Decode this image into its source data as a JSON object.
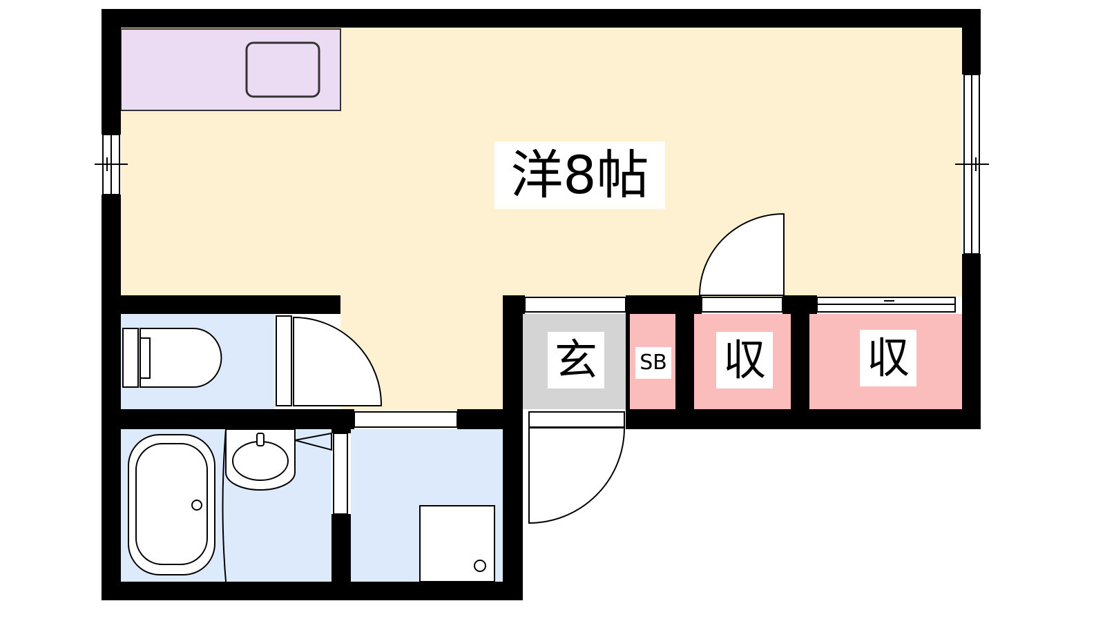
{
  "rooms": {
    "western_room": {
      "label": "洋8帖",
      "color": "#fdf1d2"
    },
    "entrance": {
      "label": "玄",
      "color": "#d4d4d4"
    },
    "shoe_box": {
      "label": "SB",
      "color": "#fbbcbc"
    },
    "storage_1": {
      "label": "収",
      "color": "#fbbcbc"
    },
    "storage_2": {
      "label": "収",
      "color": "#fbbcbc"
    },
    "kitchen": {
      "color": "#ecdcf3"
    },
    "toilet": {
      "color": "#dceafc"
    },
    "bathroom": {
      "color": "#dceafc"
    },
    "washroom": {
      "color": "#dceafc"
    }
  },
  "colors": {
    "wall": "#000000"
  }
}
